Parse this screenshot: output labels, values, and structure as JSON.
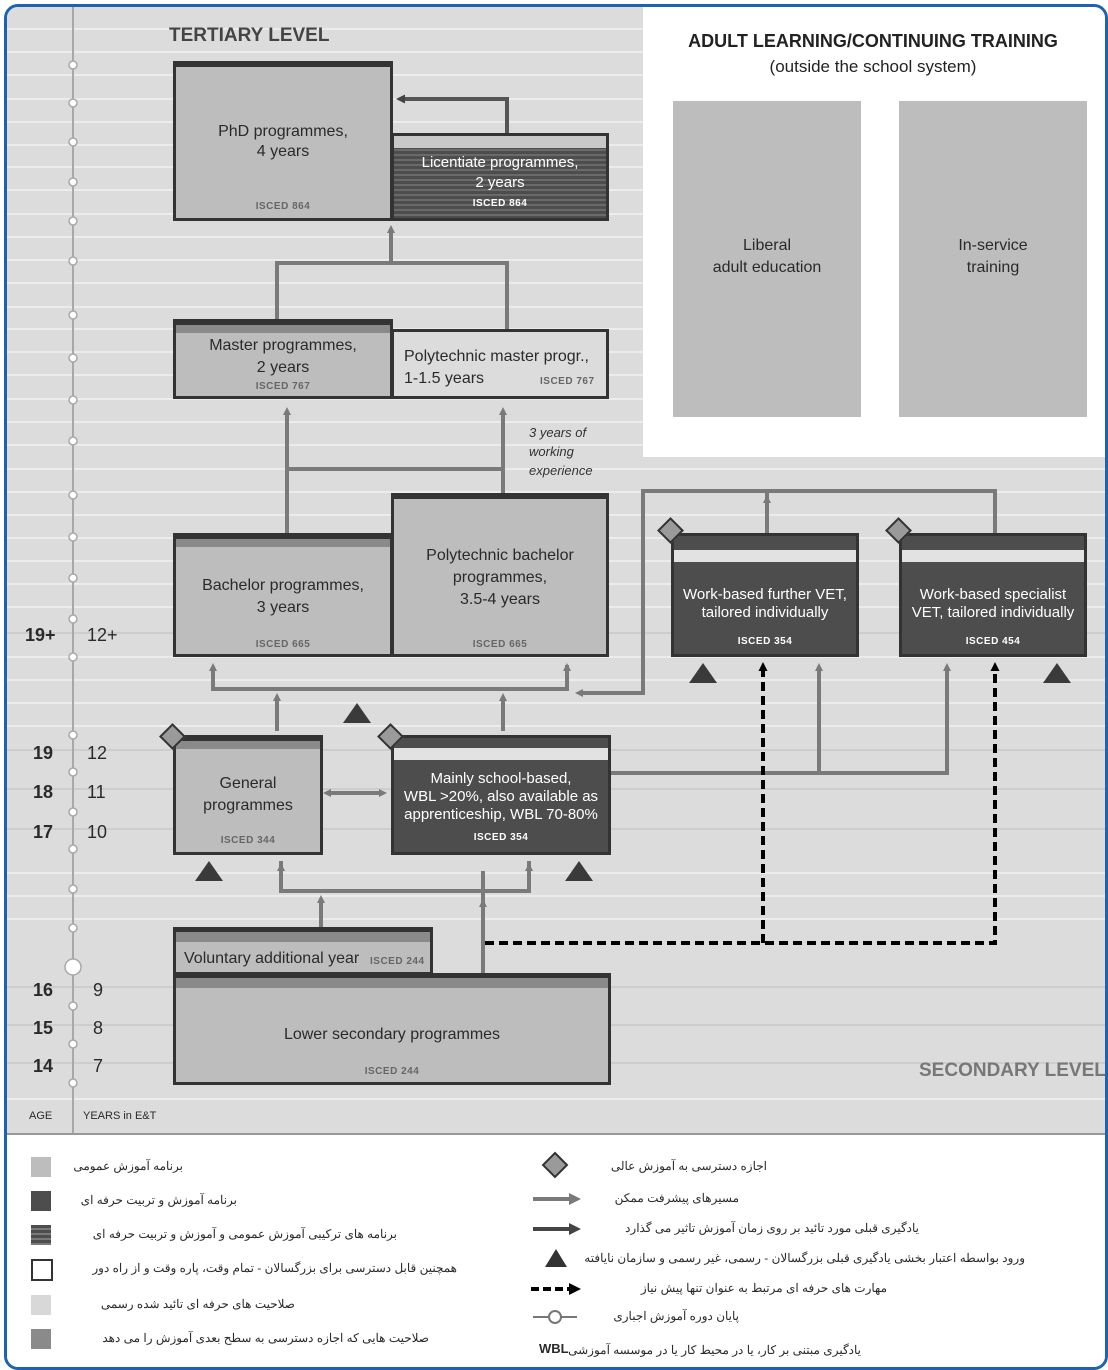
{
  "levels": {
    "tertiary": "TERTIARY LEVEL",
    "secondary": "SECONDARY LEVEL",
    "adult_title": "ADULT LEARNING/CONTINUING TRAINING",
    "adult_subtitle": "(outside the school system)"
  },
  "axis": {
    "age_label": "AGE",
    "years_label": "YEARS in E&T",
    "rows": [
      {
        "age": "19+",
        "years": "12+"
      },
      {
        "age": "19",
        "years": "12"
      },
      {
        "age": "18",
        "years": "11"
      },
      {
        "age": "17",
        "years": "10"
      },
      {
        "age": "16",
        "years": "9"
      },
      {
        "age": "15",
        "years": "8"
      },
      {
        "age": "14",
        "years": "7"
      }
    ]
  },
  "boxes": {
    "phd": {
      "l1": "PhD programmes,",
      "l2": "4 years",
      "isced": "ISCED 864"
    },
    "licentiate": {
      "l1": "Licentiate programmes,",
      "l2": "2 years",
      "isced": "ISCED 864"
    },
    "master": {
      "l1": "Master programmes,",
      "l2": "2 years",
      "isced": "ISCED 767"
    },
    "poly_master": {
      "l1": "Polytechnic master progr.,",
      "l2": "1-1.5 years",
      "isced": "ISCED 767"
    },
    "working": {
      "l1": "3 years of",
      "l2": "working",
      "l3": "experience"
    },
    "bachelor": {
      "l1": "Bachelor programmes,",
      "l2": "3 years",
      "isced": "ISCED 665"
    },
    "poly_bachelor": {
      "l1": "Polytechnic bachelor",
      "l2": "programmes,",
      "l3": "3.5-4 years",
      "isced": "ISCED 665"
    },
    "further_vet": {
      "l1": "Work-based further VET,",
      "l2": "tailored individually",
      "isced": "ISCED 354"
    },
    "specialist_vet": {
      "l1": "Work-based specialist",
      "l2": "VET, tailored individually",
      "isced": "ISCED 454"
    },
    "liberal": {
      "l1": "Liberal",
      "l2": "adult education"
    },
    "inservice": {
      "l1": "In-service",
      "l2": "training"
    },
    "general": {
      "l1": "General",
      "l2": "programmes",
      "isced": "ISCED 344"
    },
    "school_based": {
      "l1": "Mainly school-based,",
      "l2": "WBL >20%, also available as",
      "l3": "apprenticeship, WBL 70-80%",
      "isced": "ISCED 354"
    },
    "voluntary": {
      "l1": "Voluntary additional year",
      "isced": "ISCED 244"
    },
    "lower_secondary": {
      "l1": "Lower secondary programmes",
      "isced": "ISCED 244"
    }
  },
  "legend": {
    "left": [
      "برنامه آموزش عمومی",
      "برنامه آموزش و تربیت حرفه ای",
      "برنامه های ترکیبی آموزش عمومی و آموزش و تربیت حرفه ای",
      "همچنین قابل دسترسی برای بزرگسالان - تمام وقت، پاره وقت و از راه دور",
      "صلاحیت های حرفه ای تائید شده رسمی",
      "صلاحیت هایی که اجازه دسترسی به سطح بعدی آموزش را می دهد"
    ],
    "right": [
      "اجازه دسترسی به آموزش عالی",
      "مسیرهای پیشرفت ممکن",
      "یادگیری قبلی مورد تائید بر روی زمان آموزش تاثیر می گذارد",
      "ورود بواسطه اعتبار بخشی یادگیری قبلی بزرگسالان - رسمی، غیر رسمی و سازمان نایافته",
      "مهارت های حرفه ای مرتبط به عنوان تنها پیش نیاز",
      "پایان دوره آموزش اجباری"
    ],
    "wbl_text": "یادگیری مبتنی بر کار، یا در محیط کار یا در موسسه آموزشی",
    "wbl_abbr": "WBL"
  },
  "colors": {
    "frame": "#1c64b0",
    "general": "#bdbdbd",
    "vet": "#4d4d4d",
    "arrow": "#7a7a7a"
  }
}
